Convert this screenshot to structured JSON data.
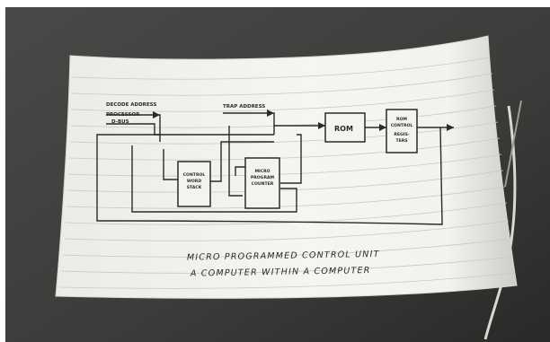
{
  "photo": {
    "subject": "hand-drawn block diagram on a sheet of ruled paper",
    "colors": {
      "backdrop": "#3f3e3c",
      "paper": "#f3f2ee",
      "ink": "#2b2a2a",
      "rule_lines": "#c9c8c4"
    },
    "diagram": {
      "inputs": [
        "DECODE ADDRESS",
        "PROCESSOR",
        "D-BUS",
        "TRAP ADDRESS"
      ],
      "blocks": {
        "rom": "ROM",
        "control_word_stack": [
          "CONTROL",
          "WORD",
          "STACK"
        ],
        "micro_program_counter": [
          "MICRO",
          "PROGRAM",
          "COUNTER"
        ],
        "rom_control_registers": [
          "ROM",
          "CONTROL",
          "REGIS-",
          "TERS"
        ]
      },
      "caption": [
        "MICRO PROGRAMMED CONTROL UNIT",
        "A COMPUTER WITHIN A COMPUTER"
      ]
    }
  }
}
